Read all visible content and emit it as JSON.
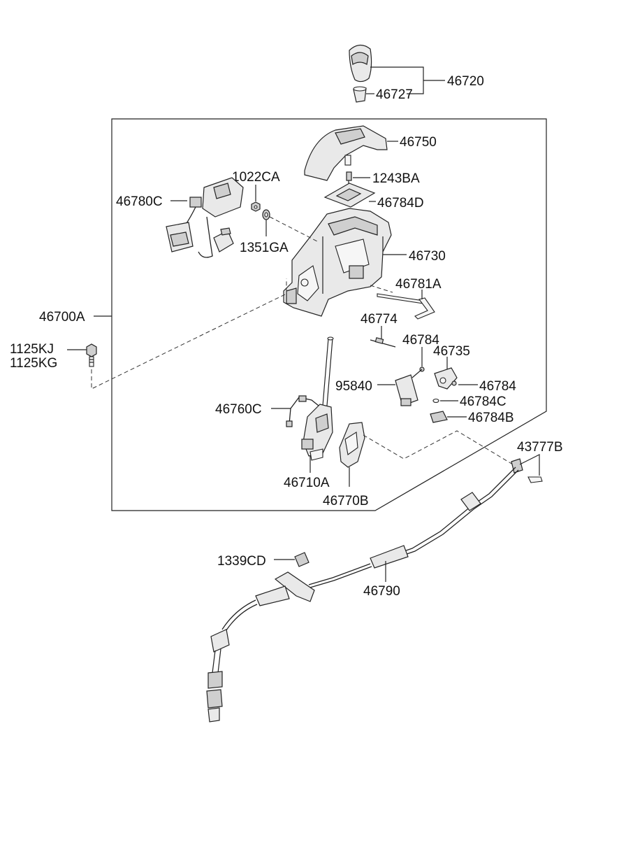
{
  "diagram": {
    "labels": {
      "l46720": "46720",
      "l46727": "46727",
      "l46750": "46750",
      "l1243BA": "1243BA",
      "l1022CA": "1022CA",
      "l46780C": "46780C",
      "l46784D": "46784D",
      "l1351GA": "1351GA",
      "l46730": "46730",
      "l46781A": "46781A",
      "l46700A": "46700A",
      "l1125KJ": "1125KJ",
      "l1125KG": "1125KG",
      "l46774": "46774",
      "l46784a": "46784",
      "l46735": "46735",
      "l95840": "95840",
      "l46784b": "46784",
      "l46760C": "46760C",
      "l46784C": "46784C",
      "l46784B": "46784B",
      "l43777B": "43777B",
      "l46710A": "46710A",
      "l46770B": "46770B",
      "l1339CD": "1339CD",
      "l46790": "46790"
    }
  }
}
